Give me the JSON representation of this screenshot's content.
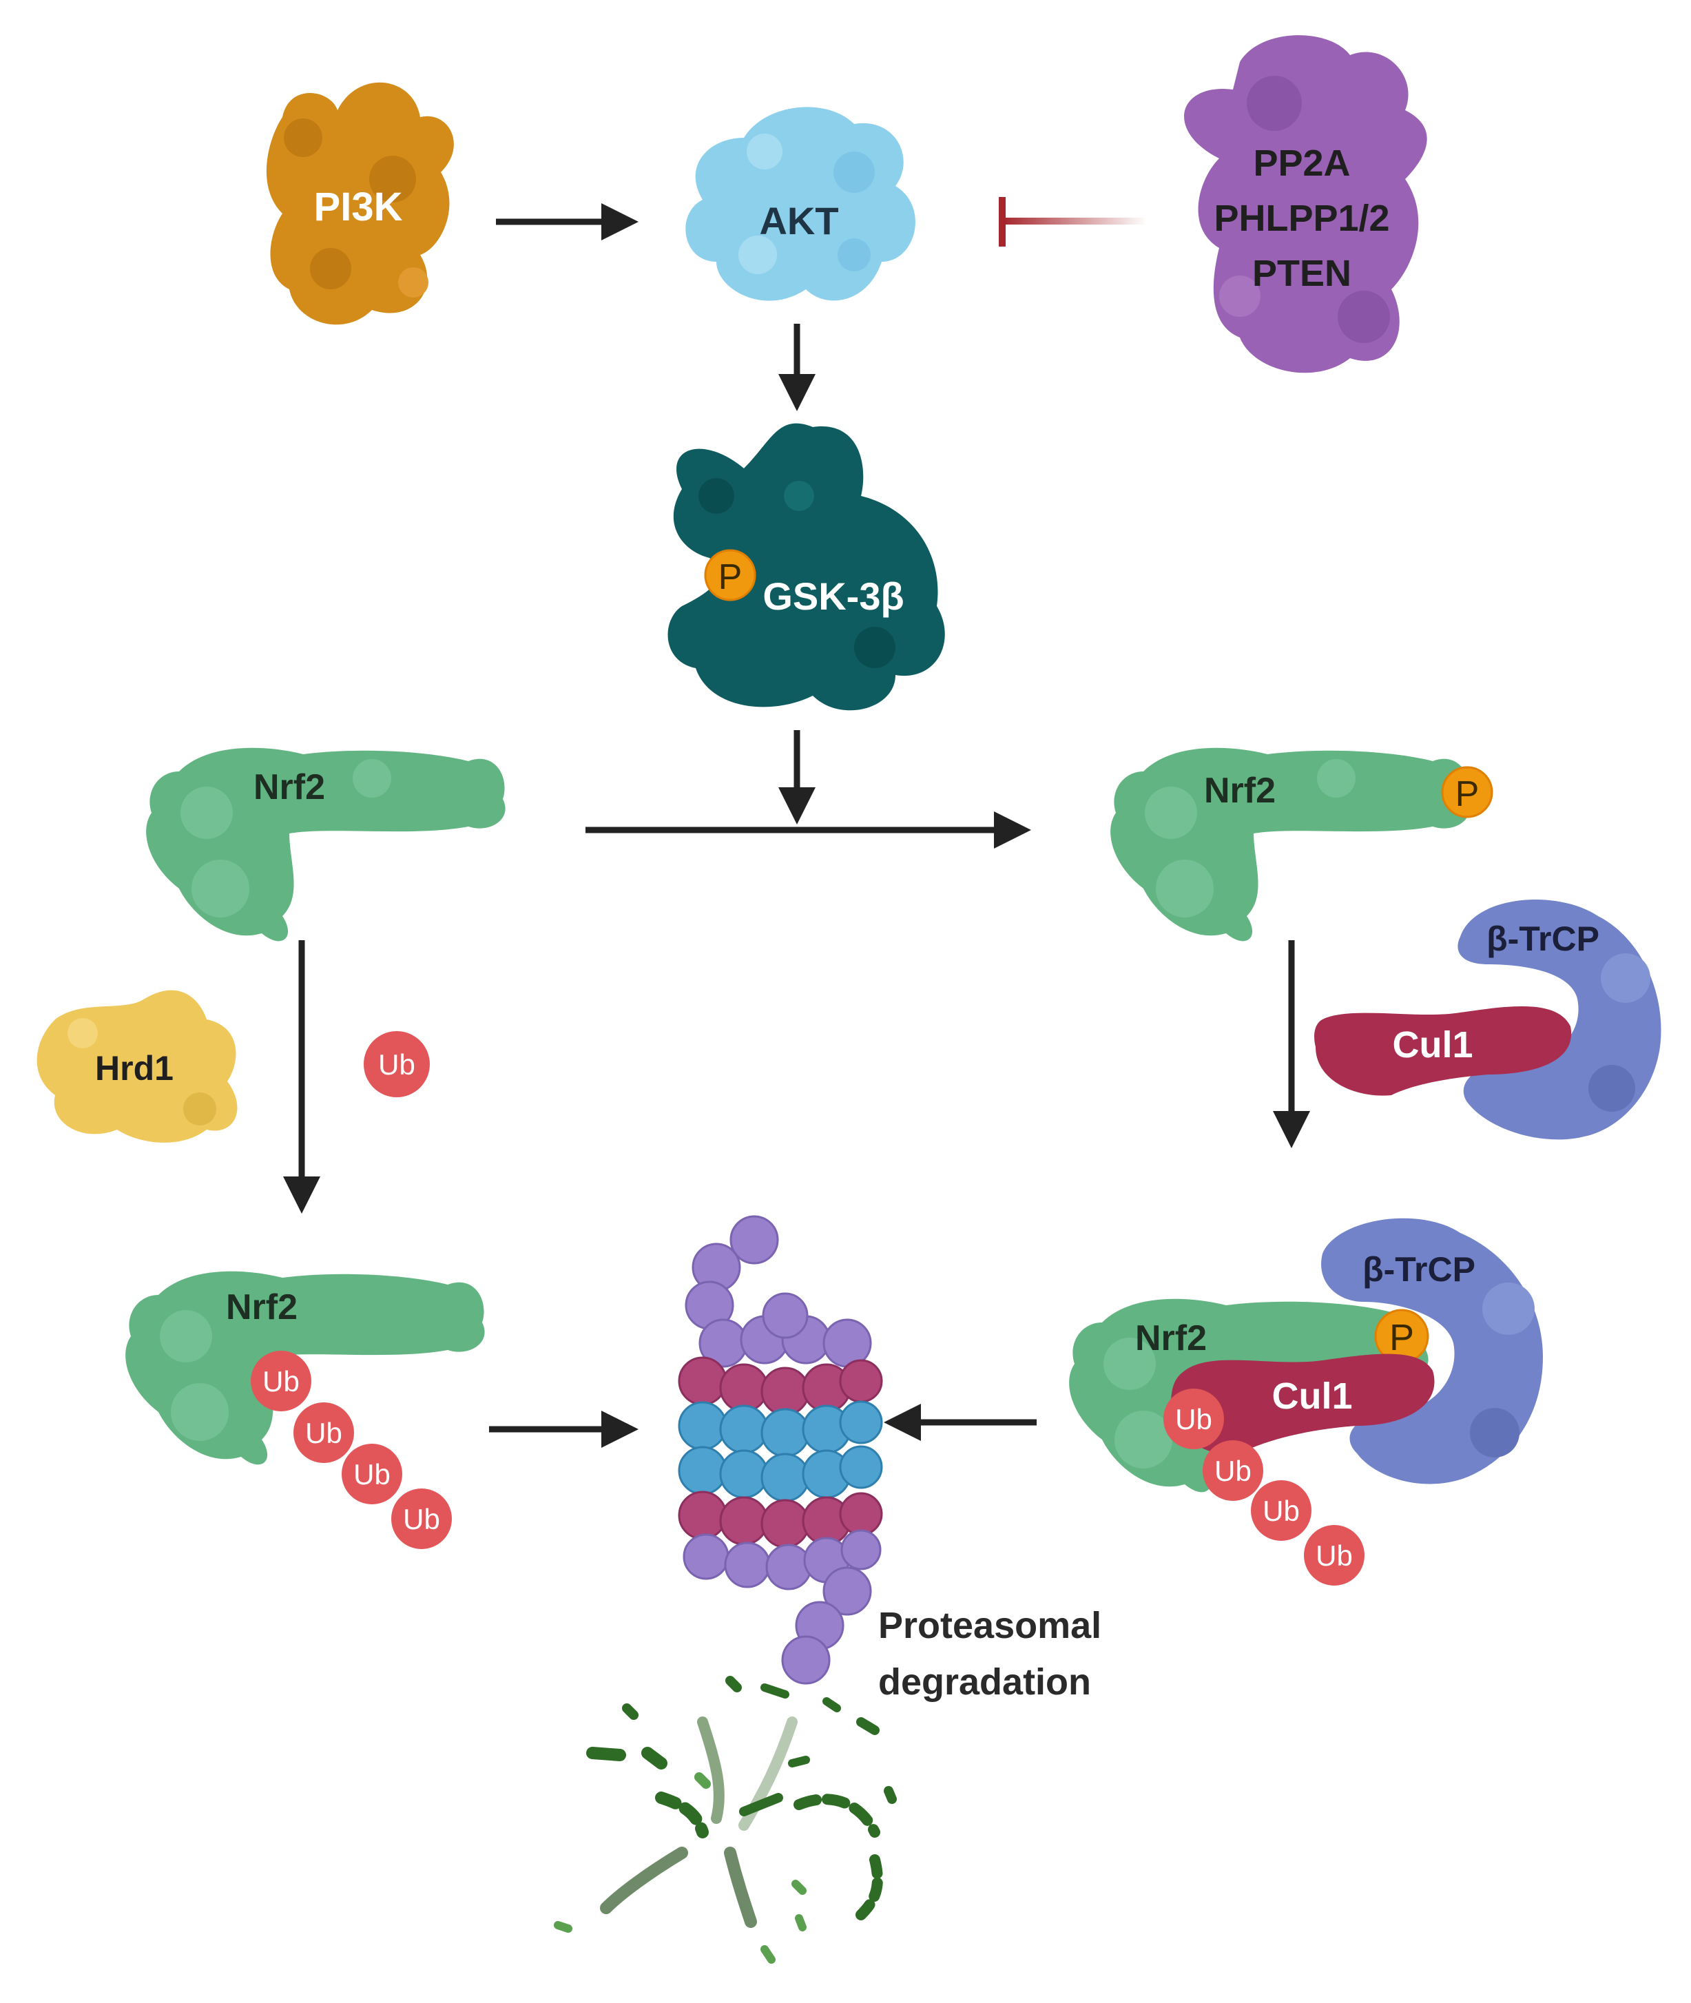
{
  "colors": {
    "pi3k": "#d38b1a",
    "akt": "#8dd0ec",
    "phosphatase": "#9a62b4",
    "gsk": "#0e5c5f",
    "nrf2": "#62b583",
    "hrd1": "#efc85c",
    "ub": "#e25659",
    "phospho": "#f0980e",
    "btrcp": "#7283c9",
    "cul1": "#a82d4f",
    "proteasome_purple": "#9880cc",
    "proteasome_magenta": "#b04577",
    "proteasome_blue": "#4ea2d0",
    "fragments": "#2e6b25",
    "arrow": "#222222",
    "inhibit": "#a5262c"
  },
  "labels": {
    "pi3k": "PI3K",
    "akt": "AKT",
    "phosphatases": [
      "PP2A",
      "PHLPP1/2",
      "PTEN"
    ],
    "gsk3b": "GSK-3β",
    "phospho": "P",
    "nrf2": "Nrf2",
    "hrd1": "Hrd1",
    "ub": "Ub",
    "btrcp": "β-TrCP",
    "cul1": "Cul1",
    "degradation": [
      "Proteasomal",
      "degradation"
    ]
  }
}
